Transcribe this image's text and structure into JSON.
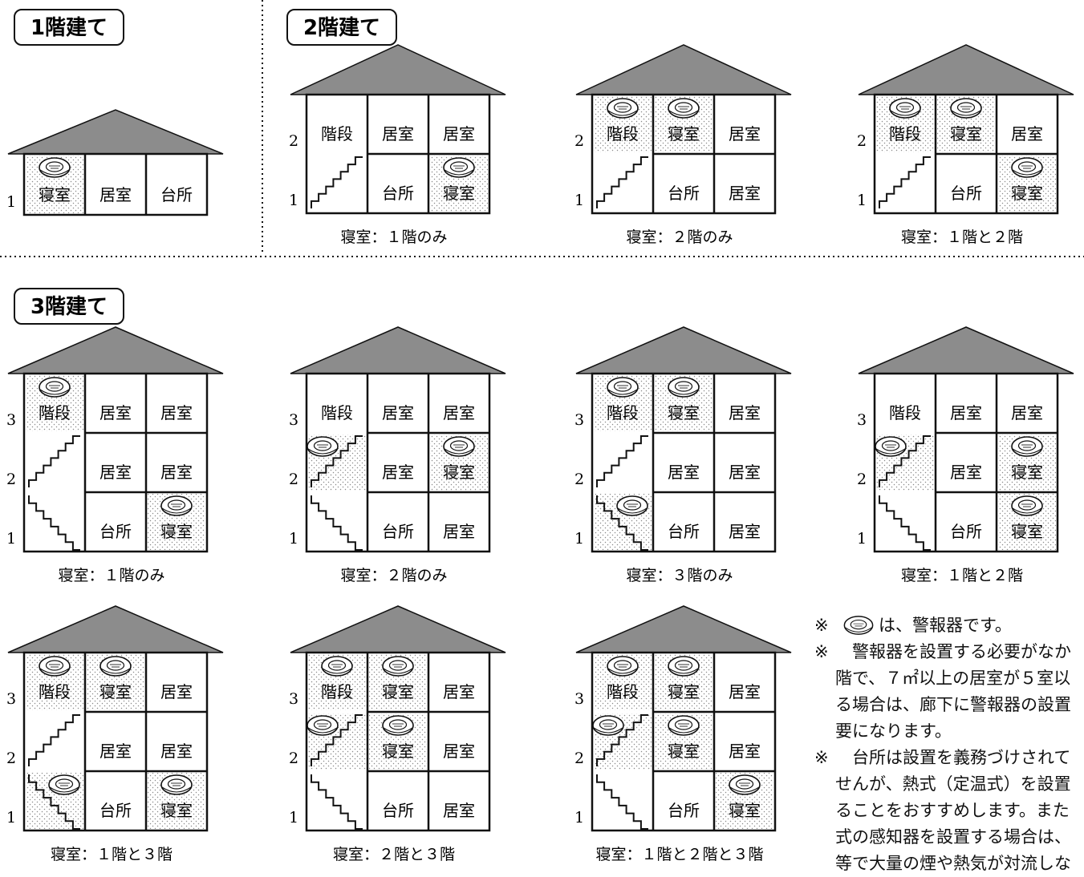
{
  "sections": {
    "one_story": "1階建て",
    "two_story": "2階建て",
    "three_story": "3階建て"
  },
  "floor_numbers": [
    "1",
    "2",
    "3"
  ],
  "rooms": {
    "stairs": "階段",
    "living": "居室",
    "bedroom": "寝室",
    "kitchen": "台所"
  },
  "captions": {
    "two_1": "寝室：１階のみ",
    "two_2": "寝室：２階のみ",
    "two_3": "寝室：１階と２階",
    "three_1": "寝室：１階のみ",
    "three_2": "寝室：２階のみ",
    "three_3": "寝室：３階のみ",
    "three_4": "寝室：１階と２階",
    "three_5": "寝室：１階と３階",
    "three_6": "寝室：２階と３階",
    "three_7": "寝室：１階と２階と３階"
  },
  "notes": {
    "mark": "※",
    "note1_after_icon": "は、警報器です。",
    "note2": [
      "警報器を設置する必要がなか",
      "階で、７㎡以上の居室が５室以",
      "る場合は、廊下に警報器の設置",
      "要になります。"
    ],
    "note3": [
      "台所は設置を義務づけされて",
      "せんが、熱式（定温式）を設置",
      "ることをおすすめします。また",
      "式の感知器を設置する場合は、",
      "等で大量の煙や熱気が対流しな"
    ]
  },
  "colors": {
    "roof": "#8c8c8c",
    "line": "#111111",
    "dots": "#888888"
  },
  "icons": [
    "smoke-alarm-icon",
    "staircase-icon"
  ]
}
